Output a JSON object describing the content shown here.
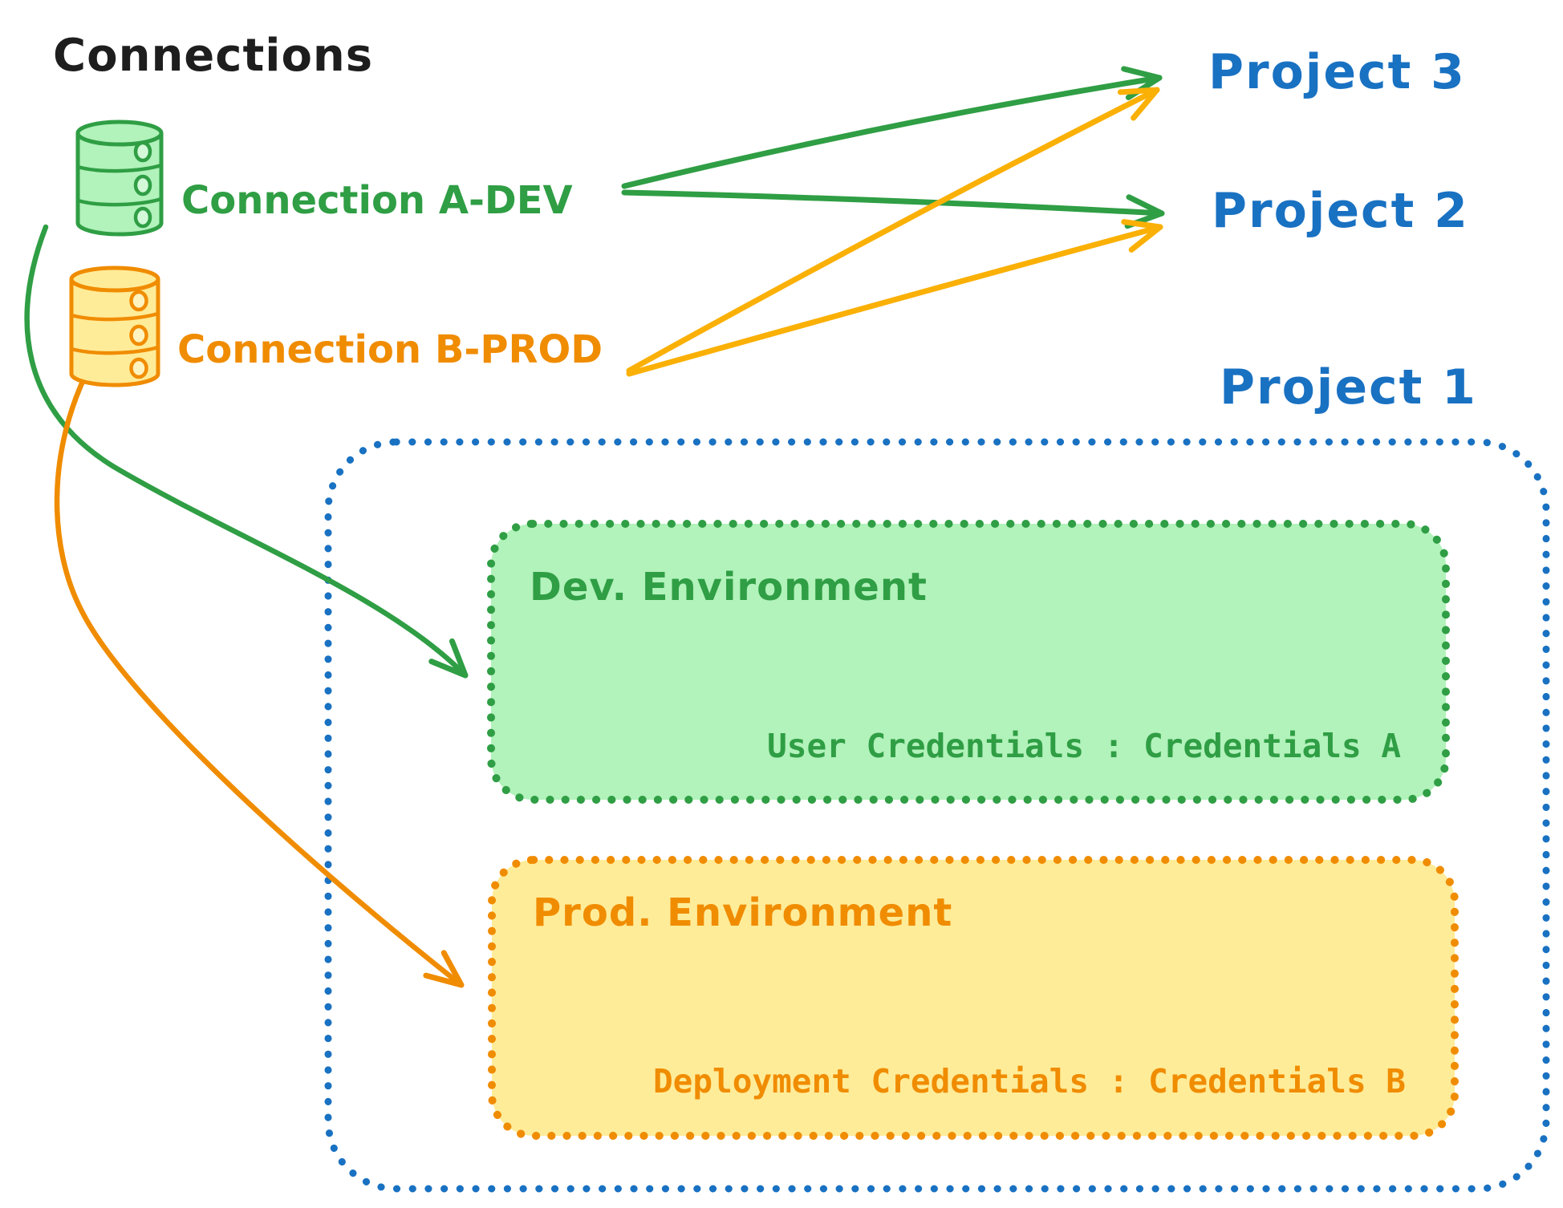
{
  "diagram": {
    "title": "Connections",
    "connections": [
      {
        "id": "a-dev",
        "label": "Connection A-DEV"
      },
      {
        "id": "b-prod",
        "label": "Connection B-PROD"
      }
    ],
    "projects": [
      {
        "label": "Project 3"
      },
      {
        "label": "Project 2"
      },
      {
        "label": "Project 1"
      }
    ],
    "project1": {
      "environments": [
        {
          "title": "Dev. Environment",
          "credentials_label": "User Credentials : Credentials A"
        },
        {
          "title": "Prod. Environment",
          "credentials_label": "Deployment Credentials : Credentials B"
        }
      ]
    },
    "edges": [
      {
        "from": "Connection A-DEV",
        "to": "Project 3"
      },
      {
        "from": "Connection A-DEV",
        "to": "Project 2"
      },
      {
        "from": "Connection A-DEV",
        "to": "Dev. Environment"
      },
      {
        "from": "Connection B-PROD",
        "to": "Project 3"
      },
      {
        "from": "Connection B-PROD",
        "to": "Project 2"
      },
      {
        "from": "Connection B-PROD",
        "to": "Prod. Environment"
      }
    ]
  },
  "colors": {
    "ink": "#1e1e1e",
    "green": "#2f9e44",
    "green_fill": "#b2f2bb",
    "green_circle_fill": "#d3f9d8",
    "orange": "#f08c00",
    "orange_fill": "#ffec99",
    "orange_circle_fill": "#fff3bf",
    "amber_arrow": "#fab005",
    "blue": "#1971c2",
    "background": "#ffffff"
  }
}
